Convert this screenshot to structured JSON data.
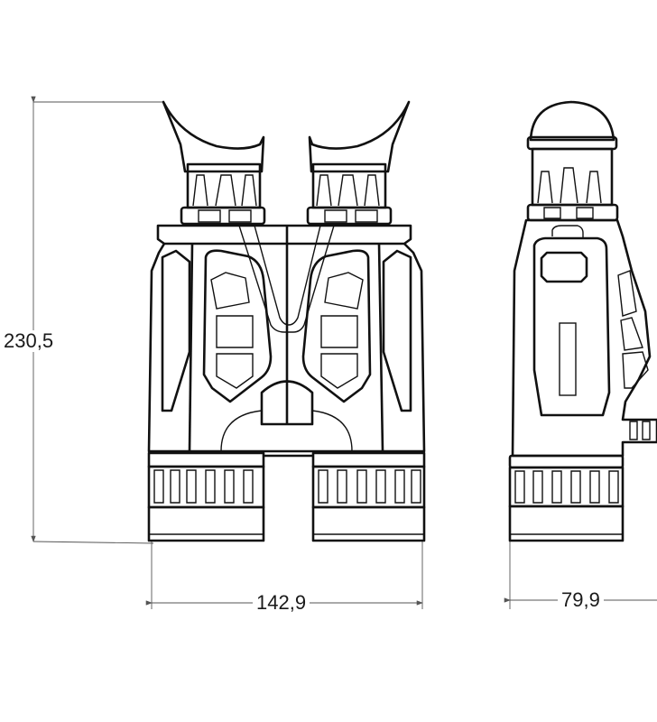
{
  "drawing": {
    "subject": "binoculars",
    "dimensions": {
      "height": "230,5",
      "width": "142,9",
      "depth": "79,9"
    },
    "line_color": "#111111"
  }
}
